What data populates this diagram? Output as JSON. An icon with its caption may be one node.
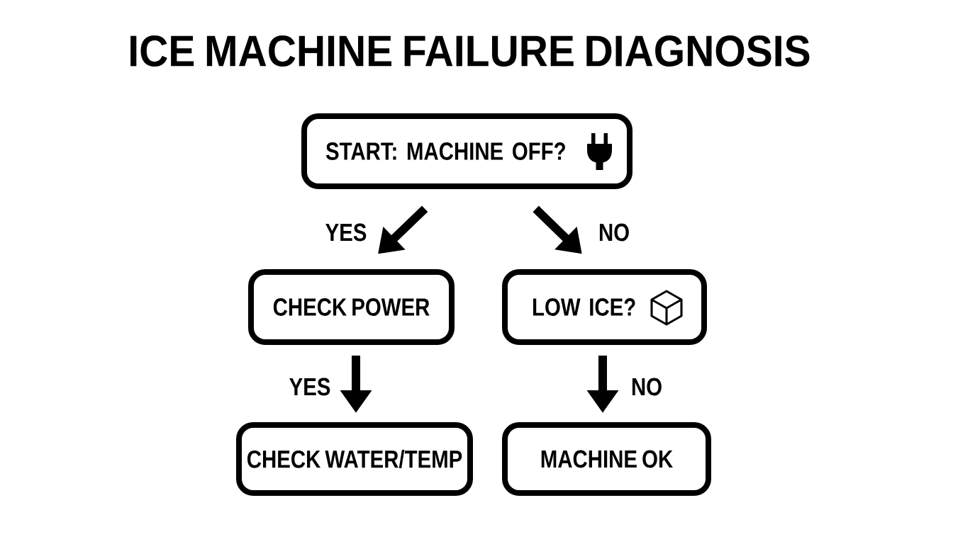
{
  "diagram": {
    "title": "ICE MACHINE FAILURE DIAGNOSIS",
    "nodes": [
      {
        "text": [
          "START: MACHINE OFF?"
        ]
      },
      {
        "text": [
          "CHECK POWER"
        ]
      },
      {
        "text": [
          "LOW ICE?"
        ]
      },
      {
        "text": [
          "CHECK WATER/TEMP"
        ]
      },
      {
        "text": [
          "MACHINE OK"
        ]
      }
    ],
    "edges": [
      {
        "from": 0,
        "to": 1,
        "arrow": "to",
        "label": "YES"
      },
      {
        "from": 0,
        "to": 2,
        "arrow": "to",
        "label": "NO"
      },
      {
        "from": 1,
        "to": 3,
        "arrow": "to",
        "label": "YES"
      },
      {
        "from": 2,
        "to": 4,
        "arrow": "to",
        "label": "NO"
      }
    ]
  }
}
